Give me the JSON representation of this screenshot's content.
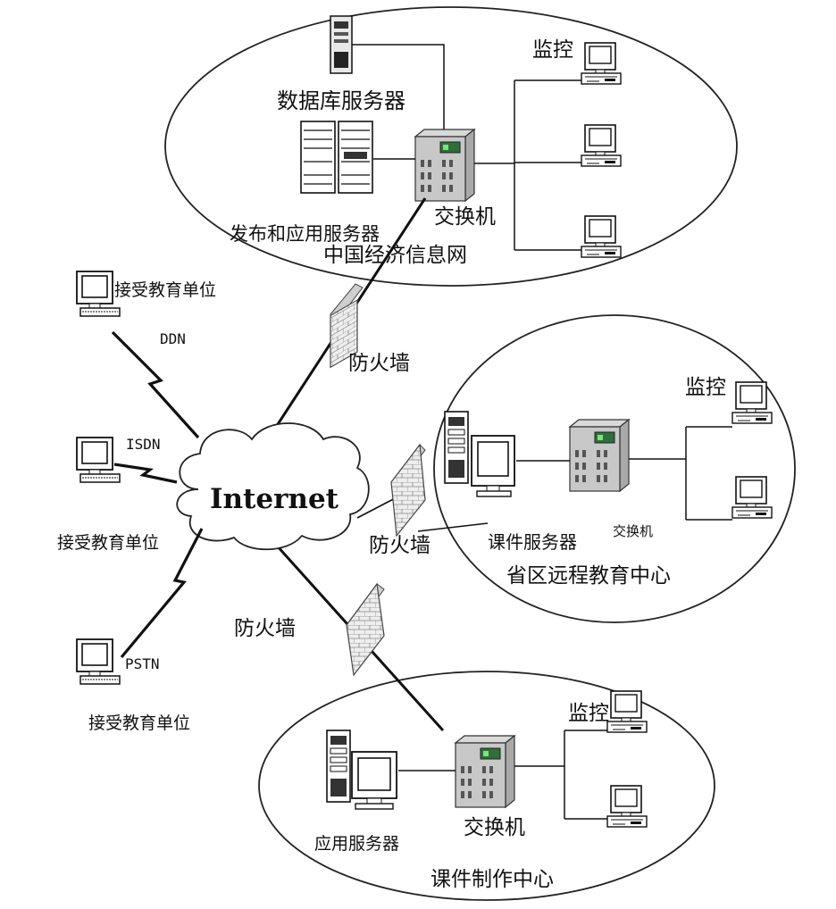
{
  "internet": "Internet",
  "firewall_label": "防火墙",
  "networks": {
    "economic": {
      "name": "中国经济信息网",
      "db_server": "数据库服务器",
      "app_server": "发布和应用服务器",
      "switch": "交换机",
      "monitor": "监控"
    },
    "provincial": {
      "name": "省区远程教育中心",
      "courseware_server": "课件服务器",
      "switch": "交换机",
      "monitor": "监控"
    },
    "courseware": {
      "name": "课件制作中心",
      "app_server": "应用服务器",
      "switch": "交换机",
      "monitor": "监控"
    }
  },
  "remote_sites": [
    {
      "label": "接受教育单位",
      "link": "DDN"
    },
    {
      "label": "接受教育单位",
      "link": "ISDN"
    },
    {
      "label": "接受教育单位",
      "link": "PSTN"
    }
  ]
}
